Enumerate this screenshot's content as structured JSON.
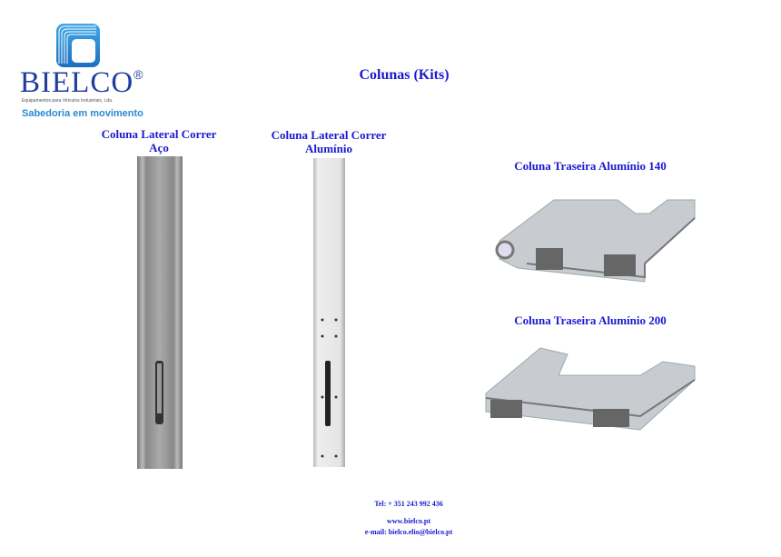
{
  "logo": {
    "brand": "BIELCO",
    "registered": "®",
    "tagline": "Equipamentos para Veículos Industriais, Lda.",
    "motto": "Sabedoria em movimento",
    "color": "#1f3ea0"
  },
  "title": "Colunas (Kits)",
  "products": [
    {
      "line1": "Coluna Lateral Correr",
      "line2": "Aço"
    },
    {
      "line1": "Coluna Lateral Correr",
      "line2": "Alumínio"
    },
    {
      "line1": "Coluna Traseira Alumínio 140"
    },
    {
      "line1": "Coluna Traseira Alumínio 200"
    }
  ],
  "footer": {
    "tel": "Tel: + 351 243 992 436",
    "web": "www.bielco.pt",
    "email": "e-mail: bielco.elio@bielco.pt"
  }
}
